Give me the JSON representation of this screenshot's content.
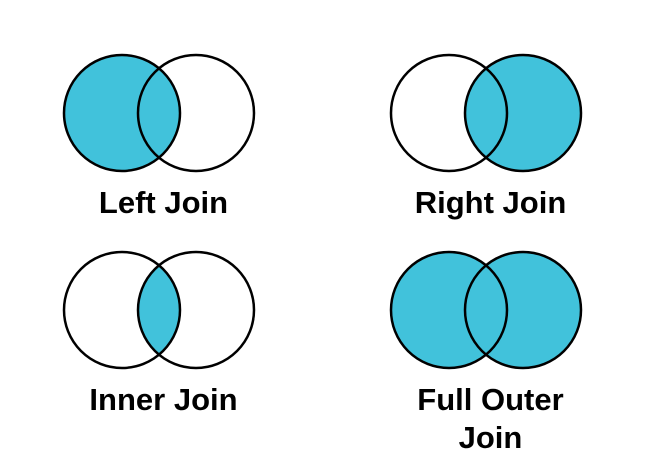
{
  "palette": {
    "fill": "#41C2DB",
    "empty": "#FFFFFF",
    "stroke": "#000000",
    "label_color": "#000000",
    "background": "#FFFFFF"
  },
  "diagrams": [
    {
      "id": "left-join",
      "label": "Left Join",
      "left_filled": true,
      "right_filled": false,
      "intersection_filled": true
    },
    {
      "id": "right-join",
      "label": "Right Join",
      "left_filled": false,
      "right_filled": true,
      "intersection_filled": true
    },
    {
      "id": "inner-join",
      "label": "Inner Join",
      "left_filled": false,
      "right_filled": false,
      "intersection_filled": true
    },
    {
      "id": "full-outer-join",
      "label": "Full Outer Join",
      "left_filled": true,
      "right_filled": true,
      "intersection_filled": true
    }
  ]
}
